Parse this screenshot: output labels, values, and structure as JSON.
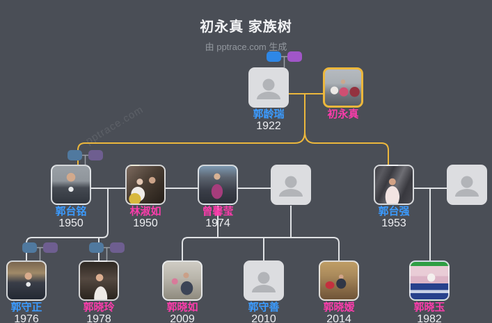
{
  "header": {
    "title": "初永真 家族树",
    "subtitle": "由 pptrace.com 生成"
  },
  "watermark": "pptrace.com",
  "colors": {
    "background": "#4a4e56",
    "male-name": "#3b9bff",
    "female-name": "#fb3cab",
    "year-text": "#edeef1",
    "title-text": "#f2f3f5",
    "subtitle-text": "#93989f",
    "line": "#e0e2e5",
    "accent-yellow": "#ecb73c",
    "tick-gray": "#9aa0a7",
    "btn-blue": "#2e87e6",
    "btn-purple": "#a156c8",
    "btn-blue-muted": "#50799f",
    "btn-purple-muted": "#6e5e90",
    "placeholder-bg": "#dcdde0",
    "silhouette": "#b2b4b8"
  },
  "people": [
    {
      "name": "郭龄瑞",
      "year": "1922",
      "gender": "male",
      "photo": "placeholder"
    },
    {
      "name": "初永真",
      "year": "",
      "gender": "female",
      "photo": "photo",
      "highlighted": true
    },
    {
      "name": "郭台铭",
      "year": "1950",
      "gender": "male",
      "photo": "photo"
    },
    {
      "name": "林淑如",
      "year": "1950",
      "gender": "female",
      "photo": "photo"
    },
    {
      "name": "曾馨莹",
      "year": "1974",
      "gender": "female",
      "photo": "photo"
    },
    {
      "name": "",
      "year": "",
      "gender": null,
      "photo": "placeholder"
    },
    {
      "name": "郭台强",
      "year": "1953",
      "gender": "male",
      "photo": "photo"
    },
    {
      "name": "",
      "year": "",
      "gender": null,
      "photo": "placeholder"
    },
    {
      "name": "郭守正",
      "year": "1976",
      "gender": "male",
      "photo": "photo"
    },
    {
      "name": "郭晓玲",
      "year": "1978",
      "gender": "female",
      "photo": "photo"
    },
    {
      "name": "郭晓如",
      "year": "2009",
      "gender": "female",
      "photo": "photo"
    },
    {
      "name": "郭守善",
      "year": "2010",
      "gender": "male",
      "photo": "placeholder"
    },
    {
      "name": "郭晓嫒",
      "year": "2014",
      "gender": "female",
      "photo": "photo"
    },
    {
      "name": "郭晓玉",
      "year": "1982",
      "gender": "female",
      "photo": "photo"
    }
  ]
}
